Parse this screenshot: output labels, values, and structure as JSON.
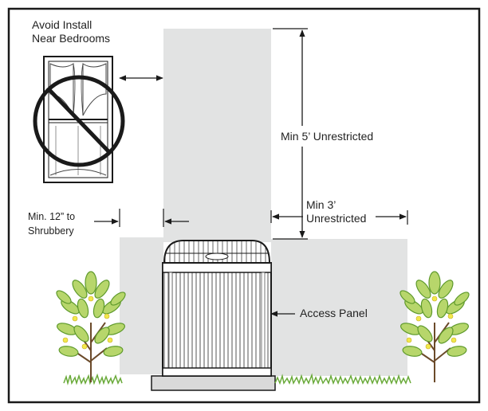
{
  "labels": {
    "avoid_line1": "Avoid Install",
    "avoid_line2": "Near Bedrooms",
    "min5": "Min 5’ Unrestricted",
    "min3_line1": "Min 3’",
    "min3_line2": "Unrestricted",
    "shrub_line1": "Min. 12” to",
    "shrub_line2": "Shrubbery",
    "access_panel": "Access Panel"
  },
  "colors": {
    "clearance_zone": "#e2e3e3",
    "line": "#1a1a1a",
    "foliage_light": "#b7d66b",
    "foliage_dark": "#5f9a2c",
    "flower": "#f2e84c",
    "grass": "#6aaa3a",
    "no_symbol": "#1a1a1a"
  },
  "icons": {
    "window": "bedroom-window-icon",
    "no_symbol": "prohibited-icon",
    "unit": "air-conditioner-unit-icon",
    "shrub": "shrub-icon"
  }
}
